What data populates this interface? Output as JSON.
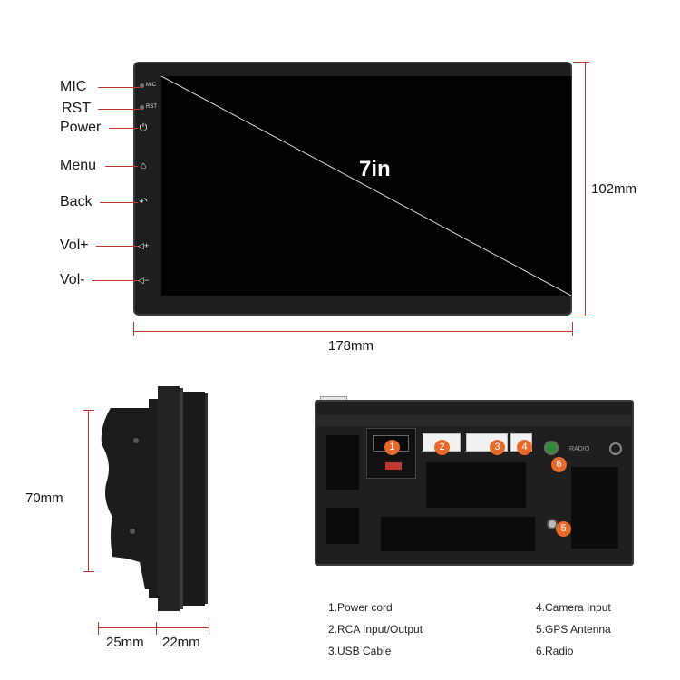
{
  "front_view": {
    "screen_label": "7in",
    "buttons": [
      {
        "label": "MIC",
        "tiny": "MIC"
      },
      {
        "label": "RST",
        "tiny": "RST"
      },
      {
        "label": "Power",
        "icon": "power-icon"
      },
      {
        "label": "Menu",
        "icon": "home-icon"
      },
      {
        "label": "Back",
        "icon": "back-arrow-icon"
      },
      {
        "label": "Vol+",
        "icon": "volume-up-icon"
      },
      {
        "label": "Vol-",
        "icon": "volume-down-icon"
      }
    ],
    "width_label": "178mm",
    "height_label": "102mm"
  },
  "side_view": {
    "height_label": "70mm",
    "depth_body_label": "25mm",
    "depth_front_label": "22mm"
  },
  "back_view": {
    "radio_port_text": "RADIO",
    "badges": [
      "1",
      "2",
      "3",
      "4",
      "5",
      "6"
    ],
    "legend_left": [
      "1.Power cord",
      "2.RCA Input/Output",
      "3.USB Cable"
    ],
    "legend_right": [
      "4.Camera Input",
      "5.GPS Antenna",
      "6.Radio"
    ]
  },
  "colors": {
    "leader_line": "#c0392b",
    "badge": "#e86a2a",
    "device_body": "#1e1e1e"
  }
}
